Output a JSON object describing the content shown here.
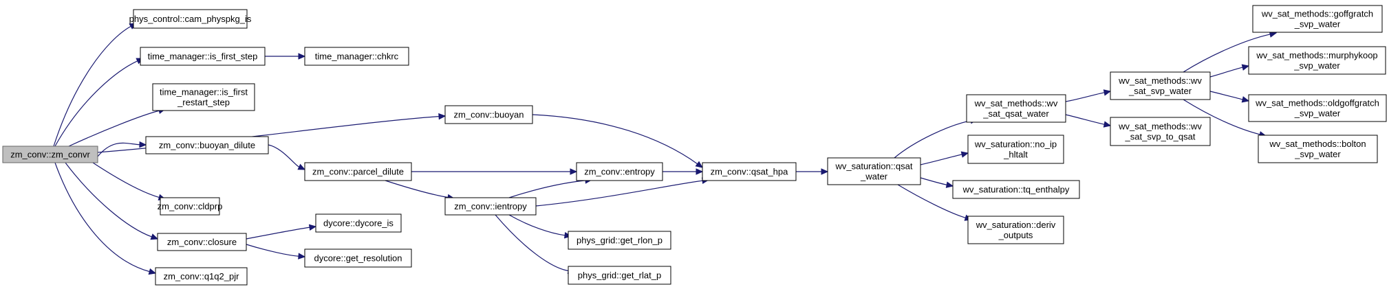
{
  "graph": {
    "colors": {
      "edge": "#191970",
      "node_fill": "#ffffff",
      "root_fill": "#bfbfbf",
      "node_border": "#000000"
    },
    "nodes": [
      {
        "id": "zm_convr",
        "lines": [
          "zm_conv::zm_convr"
        ],
        "root": true
      },
      {
        "id": "cam_physpkg_is",
        "lines": [
          "phys_control::cam_physpkg_is"
        ]
      },
      {
        "id": "is_first_step",
        "lines": [
          "time_manager::is_first_step"
        ]
      },
      {
        "id": "chkrc",
        "lines": [
          "time_manager::chkrc"
        ]
      },
      {
        "id": "is_first_restart_step",
        "lines": [
          "time_manager::is_first",
          "_restart_step"
        ]
      },
      {
        "id": "buoyan",
        "lines": [
          "zm_conv::buoyan"
        ]
      },
      {
        "id": "buoyan_dilute",
        "lines": [
          "zm_conv::buoyan_dilute"
        ]
      },
      {
        "id": "parcel_dilute",
        "lines": [
          "zm_conv::parcel_dilute"
        ]
      },
      {
        "id": "entropy",
        "lines": [
          "zm_conv::entropy"
        ]
      },
      {
        "id": "qsat_hpa",
        "lines": [
          "zm_conv::qsat_hpa"
        ]
      },
      {
        "id": "ientropy",
        "lines": [
          "zm_conv::ientropy"
        ]
      },
      {
        "id": "cldprp",
        "lines": [
          "zm_conv::cldprp"
        ]
      },
      {
        "id": "closure",
        "lines": [
          "zm_conv::closure"
        ]
      },
      {
        "id": "dycore_is",
        "lines": [
          "dycore::dycore_is"
        ]
      },
      {
        "id": "get_resolution",
        "lines": [
          "dycore::get_resolution"
        ]
      },
      {
        "id": "q1q2_pjr",
        "lines": [
          "zm_conv::q1q2_pjr"
        ]
      },
      {
        "id": "get_rlon_p",
        "lines": [
          "phys_grid::get_rlon_p"
        ]
      },
      {
        "id": "get_rlat_p",
        "lines": [
          "phys_grid::get_rlat_p"
        ]
      },
      {
        "id": "qsat_water",
        "lines": [
          "wv_saturation::qsat",
          "_water"
        ]
      },
      {
        "id": "wv_sat_qsat_water",
        "lines": [
          "wv_sat_methods::wv",
          "_sat_qsat_water"
        ]
      },
      {
        "id": "no_ip_hltalt",
        "lines": [
          "wv_saturation::no_ip",
          "_hltalt"
        ]
      },
      {
        "id": "tq_enthalpy",
        "lines": [
          "wv_saturation::tq_enthalpy"
        ]
      },
      {
        "id": "deriv_outputs",
        "lines": [
          "wv_saturation::deriv",
          "_outputs"
        ]
      },
      {
        "id": "wv_sat_svp_water",
        "lines": [
          "wv_sat_methods::wv",
          "_sat_svp_water"
        ]
      },
      {
        "id": "wv_sat_svp_to_qsat",
        "lines": [
          "wv_sat_methods::wv",
          "_sat_svp_to_qsat"
        ]
      },
      {
        "id": "goffgratch",
        "lines": [
          "wv_sat_methods::goffgratch",
          "_svp_water"
        ]
      },
      {
        "id": "murphykoop",
        "lines": [
          "wv_sat_methods::murphykoop",
          "_svp_water"
        ]
      },
      {
        "id": "oldgoffgratch",
        "lines": [
          "wv_sat_methods::oldgoffgratch",
          "_svp_water"
        ]
      },
      {
        "id": "bolton",
        "lines": [
          "wv_sat_methods::bolton",
          "_svp_water"
        ]
      }
    ],
    "edges": [
      {
        "from": "zm_convr",
        "to": "cam_physpkg_is"
      },
      {
        "from": "zm_convr",
        "to": "is_first_step"
      },
      {
        "from": "zm_convr",
        "to": "is_first_restart_step"
      },
      {
        "from": "zm_convr",
        "to": "buoyan"
      },
      {
        "from": "zm_convr",
        "to": "buoyan_dilute"
      },
      {
        "from": "zm_convr",
        "to": "cldprp"
      },
      {
        "from": "zm_convr",
        "to": "closure"
      },
      {
        "from": "zm_convr",
        "to": "q1q2_pjr"
      },
      {
        "from": "is_first_step",
        "to": "chkrc"
      },
      {
        "from": "buoyan",
        "to": "qsat_hpa"
      },
      {
        "from": "buoyan_dilute",
        "to": "parcel_dilute"
      },
      {
        "from": "parcel_dilute",
        "to": "entropy"
      },
      {
        "from": "parcel_dilute",
        "to": "ientropy"
      },
      {
        "from": "entropy",
        "to": "qsat_hpa"
      },
      {
        "from": "ientropy",
        "to": "entropy"
      },
      {
        "from": "ientropy",
        "to": "qsat_hpa"
      },
      {
        "from": "ientropy",
        "to": "get_rlon_p"
      },
      {
        "from": "ientropy",
        "to": "get_rlat_p"
      },
      {
        "from": "closure",
        "to": "dycore_is"
      },
      {
        "from": "closure",
        "to": "get_resolution"
      },
      {
        "from": "qsat_hpa",
        "to": "qsat_water"
      },
      {
        "from": "qsat_water",
        "to": "wv_sat_qsat_water"
      },
      {
        "from": "qsat_water",
        "to": "no_ip_hltalt"
      },
      {
        "from": "qsat_water",
        "to": "tq_enthalpy"
      },
      {
        "from": "qsat_water",
        "to": "deriv_outputs"
      },
      {
        "from": "wv_sat_qsat_water",
        "to": "wv_sat_svp_water"
      },
      {
        "from": "wv_sat_qsat_water",
        "to": "wv_sat_svp_to_qsat"
      },
      {
        "from": "wv_sat_svp_water",
        "to": "goffgratch"
      },
      {
        "from": "wv_sat_svp_water",
        "to": "murphykoop"
      },
      {
        "from": "wv_sat_svp_water",
        "to": "oldgoffgratch"
      },
      {
        "from": "wv_sat_svp_water",
        "to": "bolton"
      }
    ]
  }
}
